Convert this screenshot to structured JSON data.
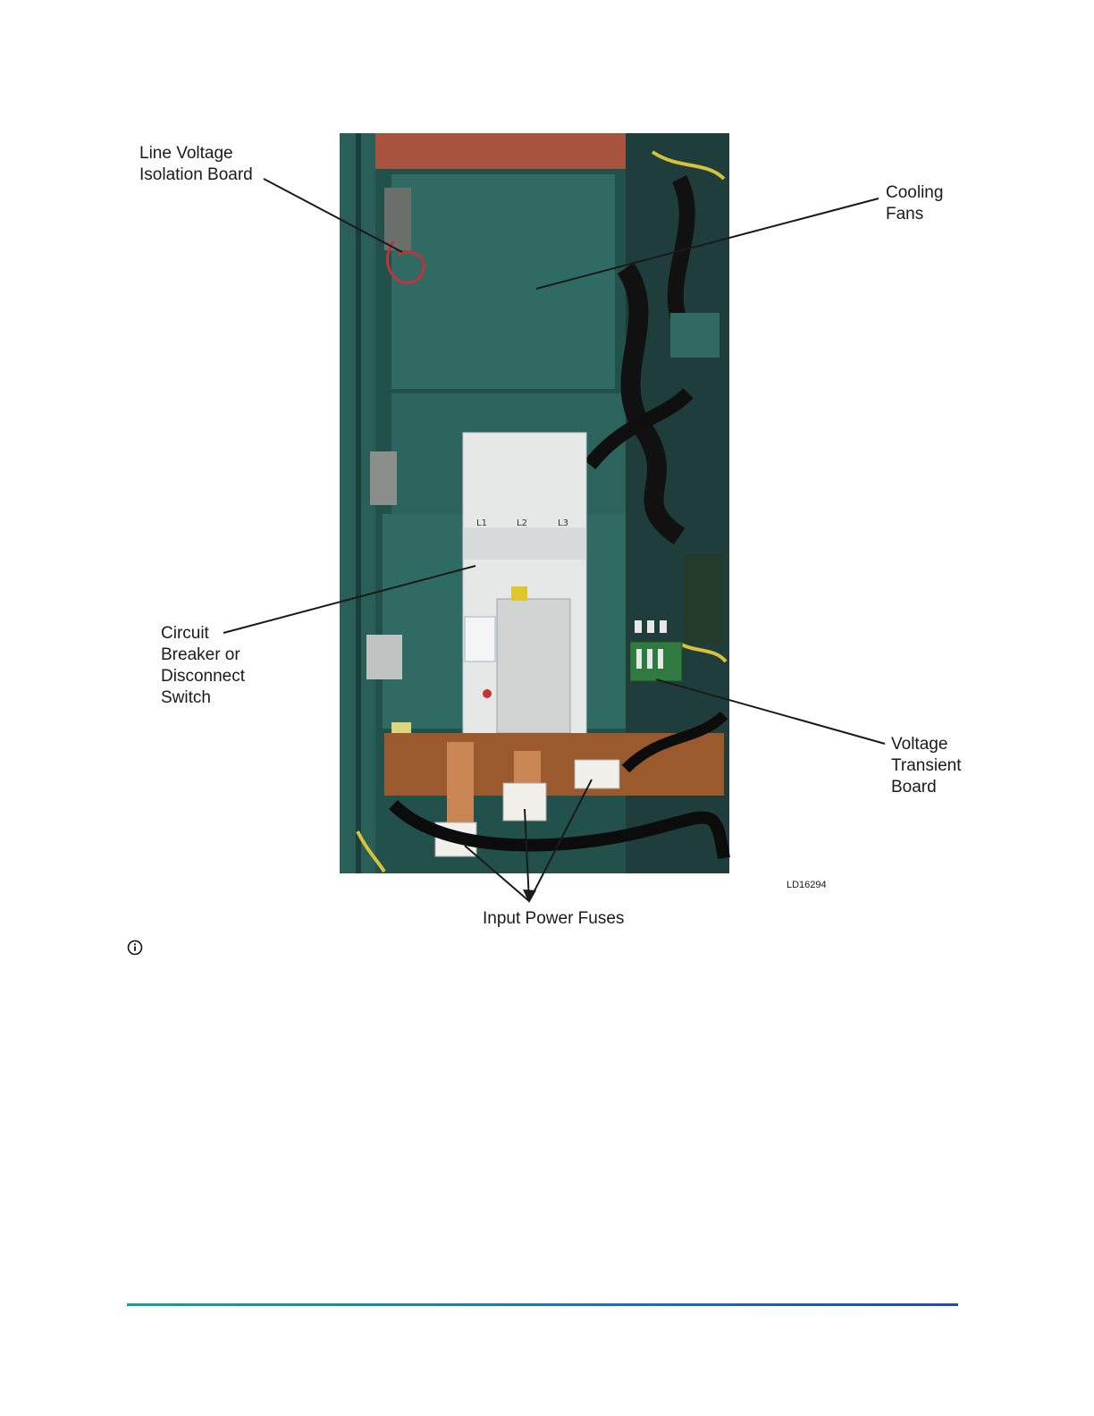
{
  "figure": {
    "callouts": {
      "line_voltage": [
        "Line Voltage",
        "Isolation Board"
      ],
      "cooling_fans": [
        "Cooling",
        "Fans"
      ],
      "circuit_breaker": [
        "Circuit",
        "Breaker or",
        "Disconnect",
        "Switch"
      ],
      "voltage_transient": [
        "Voltage",
        "Transient",
        "Board"
      ],
      "input_fuses": [
        "Input Power Fuses"
      ]
    },
    "breaker_phases": [
      "L1",
      "L2",
      "L3"
    ],
    "figure_id": "LD16294"
  },
  "colors": {
    "panel_green": "#2f6a63",
    "breaker_white": "#e6e8e8",
    "copper": "#b86a34",
    "footer_start": "#12a39a",
    "footer_end": "#1c4fa0"
  },
  "icons": {
    "note": "info-circle-icon"
  }
}
